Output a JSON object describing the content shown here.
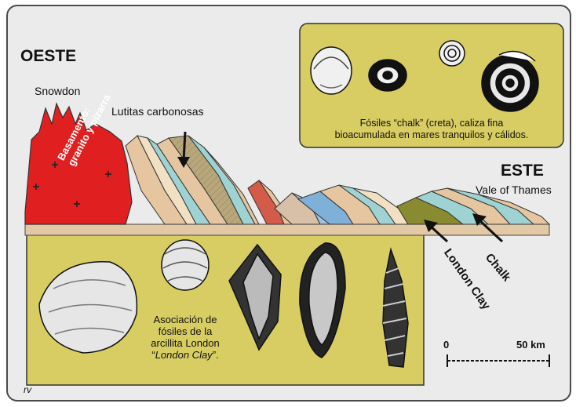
{
  "labels": {
    "west": "OESTE",
    "east": "ESTE",
    "snowdon": "Snowdon",
    "carbonaceous": "Lutitas carbonosas",
    "basement_line1": "Basamento:",
    "basement_line2": "granito y pizarra",
    "thames": "Vale of Thames",
    "chalk": "Chalk",
    "london_clay": "London Clay",
    "author": "rv"
  },
  "chalk_fossils": {
    "caption_line1": "Fósiles “chalk” (creta), caliza fina",
    "caption_line2": "bioacumulada en mares tranquilos y cálidos."
  },
  "london_clay_fossils": {
    "caption_line1": "Asociación de",
    "caption_line2": "fósiles de la",
    "caption_line3": "arcillita London",
    "caption_line4_quote_open": "“",
    "caption_line4_italic": "London Clay",
    "caption_line4_quote_close": "”."
  },
  "scale_bar": {
    "start": "0",
    "end": "50 km"
  },
  "colors": {
    "card_background": "#ebebeb",
    "fossil_panel": "#d8cd62",
    "basement_red": "#e02020",
    "ground": "#e3c8a6",
    "london_clay_layer": "#8a8a30",
    "stratum_blue": "#9fd3d3",
    "stratum_tan": "#e6c6a0"
  }
}
